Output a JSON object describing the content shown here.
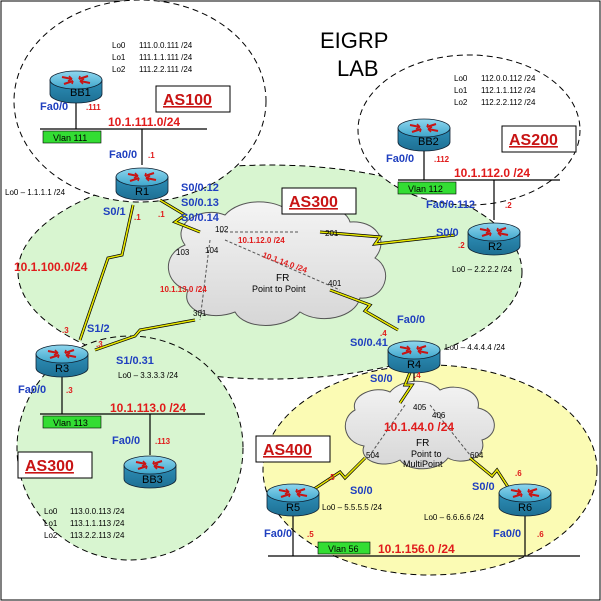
{
  "title_line1": "EIGRP",
  "title_line2": "LAB",
  "as_labels": {
    "as100": "AS100",
    "as200": "AS200",
    "as300_top": "AS300",
    "as300_bottom": "AS300",
    "as400": "AS400"
  },
  "routers": {
    "bb1": {
      "name": "BB1",
      "intf": "Fa0/0",
      "ip": ".111",
      "lo0": "Lo0",
      "lo0_ip": "111.0.0.111 /24",
      "lo1": "Lo1",
      "lo1_ip": "111.1.1.111 /24",
      "lo2": "Lo2",
      "lo2_ip": "111.2.2.111 /24"
    },
    "bb2": {
      "name": "BB2",
      "intf": "Fa0/0",
      "ip": ".112",
      "lo0": "Lo0",
      "lo0_ip": "112.0.0.112 /24",
      "lo1": "Lo1",
      "lo1_ip": "112.1.1.112 /24",
      "lo2": "Lo2",
      "lo2_ip": "112.2.2.112 /24"
    },
    "bb3": {
      "name": "BB3",
      "intf": "Fa0/0",
      "ip": ".113",
      "lo0": "Lo0",
      "lo0_ip": "113.0.0.113 /24",
      "lo1": "Lo1",
      "lo1_ip": "113.1.1.113 /24",
      "lo2": "Lo2",
      "lo2_ip": "113.2.2.113 /24"
    },
    "r1": {
      "name": "R1",
      "fa": "Fa0/0",
      "fa_ip": ".1",
      "lo": "Lo0 – 1.1.1.1 /24",
      "s01": "S0/1",
      "s01_ip": ".1",
      "s012": "S0/0.12",
      "s013": "S0/0.13",
      "s014": "S0/0.14",
      "fr_ip": ".1"
    },
    "r2": {
      "name": "R2",
      "fa": "Fa0/0.112",
      "fa_ip": ".2",
      "s00": "S0/0",
      "s00_ip": ".2",
      "lo": "Lo0 – 2.2.2.2 /24"
    },
    "r3": {
      "name": "R3",
      "s12": "S1/2",
      "s12_ip_a": ".3",
      "s12_ip_b": ".3",
      "s131": "S1/0.31",
      "fa": "Fa0/0",
      "fa_ip": ".3",
      "lo": "Lo0 – 3.3.3.3 /24"
    },
    "r4": {
      "name": "R4",
      "fa": "Fa0/0",
      "s041": "S0/0.41",
      "s041_ip": ".4",
      "s00": "S0/0",
      "s00_ip": ".4",
      "lo": "Lo0 – 4.4.4.4 /24"
    },
    "r5": {
      "name": "R5",
      "s00": "S0/0",
      "s00_ip": ".5",
      "fa": "Fa0/0",
      "fa_ip": ".5",
      "lo": "Lo0 – 5.5.5.5 /24"
    },
    "r6": {
      "name": "R6",
      "s00": "S0/0",
      "s00_ip": ".6",
      "fa": "Fa0/0",
      "fa_ip": ".6",
      "lo": "Lo0 – 6.6.6.6 /24"
    }
  },
  "vlans": {
    "v111": "Vlan 111",
    "v112": "Vlan 112",
    "v113": "Vlan 113",
    "v56": "Vlan 56"
  },
  "subnets": {
    "s111": "10.1.111.0/24",
    "s112": "10.1.112.0 /24",
    "s100": "10.1.100.0/24",
    "s113": "10.1.113.0 /24",
    "s156": "10.1.156.0 /24",
    "s44": "10.1.44.0 /24",
    "s12": "10.1.12.0 /24",
    "s14": "10.1.14.0 /24",
    "s13": "10.1.13.0 /24"
  },
  "fr1": {
    "label1": "FR",
    "label2": "Point to Point",
    "dlci102": "102",
    "dlci103": "103",
    "dlci104": "104",
    "dlci201": "201",
    "dlci401": "401",
    "dlci301": "301"
  },
  "fr2": {
    "label1": "FR",
    "label2": "Point to",
    "label3": "MultiPoint",
    "dlci405": "405",
    "dlci406": "406",
    "dlci504": "504",
    "dlci604": "604"
  },
  "colors": {
    "green_area": "#d8f5d0",
    "yellow_area": "#fbfbb4",
    "router": "#4ab6d6",
    "vlan": "#33dd33",
    "as_red": "#c81414",
    "ip_red": "#e01b1b",
    "intf_blue": "#1f3fbf"
  }
}
